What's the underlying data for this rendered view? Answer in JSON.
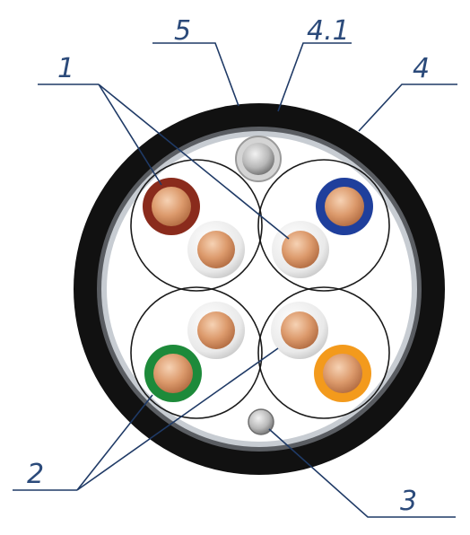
{
  "diagram": {
    "callouts": {
      "c1": "1",
      "c2": "2",
      "c3": "3",
      "c4": "4",
      "c41": "4.1",
      "c5": "5"
    },
    "colors": {
      "outer_sheath": "#111111",
      "foil_shield": "#b9bec4",
      "insulation_white": "#e8e8e8",
      "copper": "#d99466",
      "brown": "#8a2b1c",
      "blue": "#1f3f9c",
      "green": "#1d8a3a",
      "orange": "#f39a1c",
      "leader": "#1f3a66",
      "label": "#2b4a7a"
    }
  }
}
